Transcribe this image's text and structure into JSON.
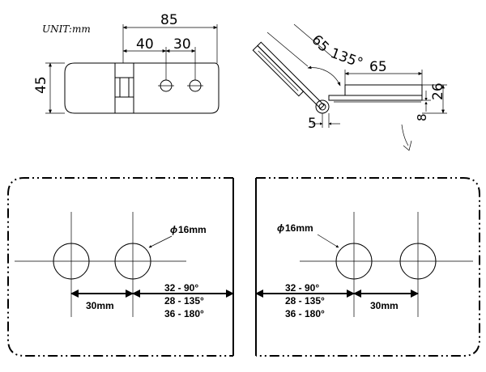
{
  "unit_label": "UNIT:mm",
  "front_view": {
    "dim_overall": "85",
    "dim_edge_to_hole": "40",
    "dim_hole_spacing": "30",
    "dim_height": "45"
  },
  "side_view": {
    "dim_leaf": "65",
    "dim_angle": "135°",
    "dim_base": "65",
    "dim_height": "26",
    "dim_thickness": "8",
    "dim_offset": "5"
  },
  "panel_left": {
    "hole_label": "16mm",
    "spacing_label": "30mm",
    "gap_lines": [
      "32 - 90°",
      "28 - 135°",
      "36 - 180°"
    ]
  },
  "panel_right": {
    "hole_label": "16mm",
    "spacing_label": "30mm",
    "gap_lines": [
      "32 - 90°",
      "28 - 135°",
      "36 - 180°"
    ]
  }
}
